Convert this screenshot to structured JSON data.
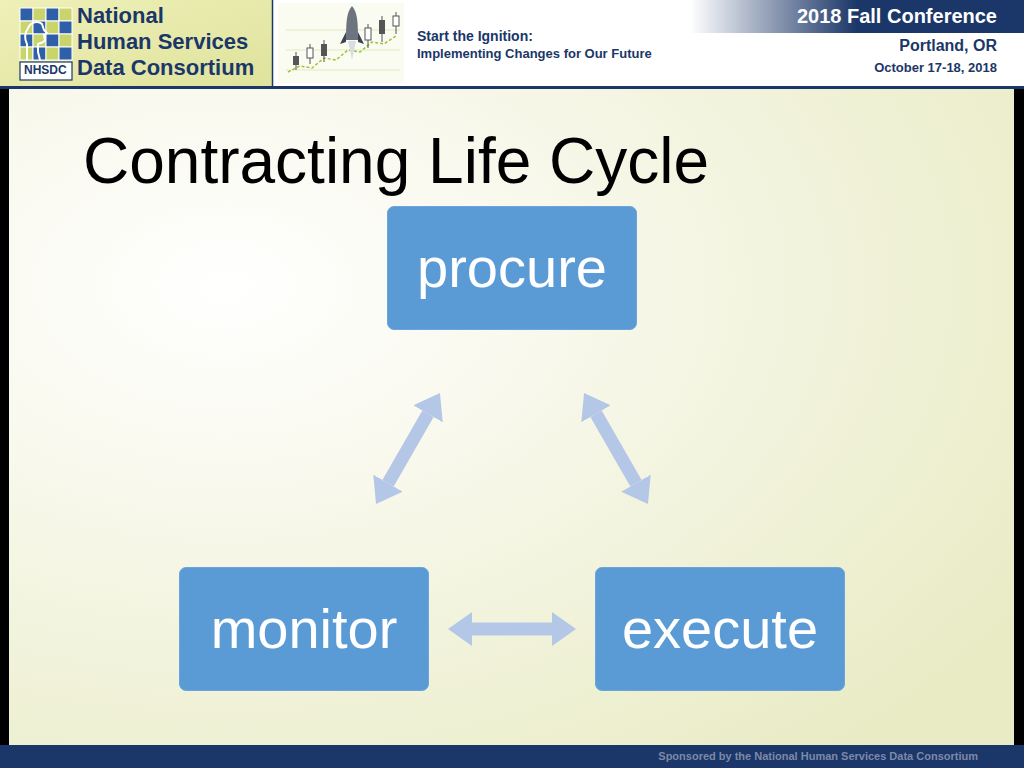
{
  "diagram": {
    "title": "Contracting Life Cycle",
    "nodes": [
      {
        "text": [
          "procure"
        ]
      },
      {
        "text": [
          "monitor"
        ]
      },
      {
        "text": [
          "execute"
        ]
      }
    ],
    "edges": [
      {
        "from": 0,
        "to": 2,
        "arrow": "both"
      },
      {
        "from": 2,
        "to": 1,
        "arrow": "both"
      },
      {
        "from": 1,
        "to": 0,
        "arrow": "both"
      }
    ],
    "labels": [
      "NHSDC",
      "National",
      "Human Services",
      "Data Consortium",
      "Start the Ignition:",
      "Implementing Changes for Our Future",
      "2018 Fall Conference",
      "Portland, OR",
      "October 17-18, 2018",
      "Sponsored by the National Human Services Data Consortium"
    ]
  }
}
